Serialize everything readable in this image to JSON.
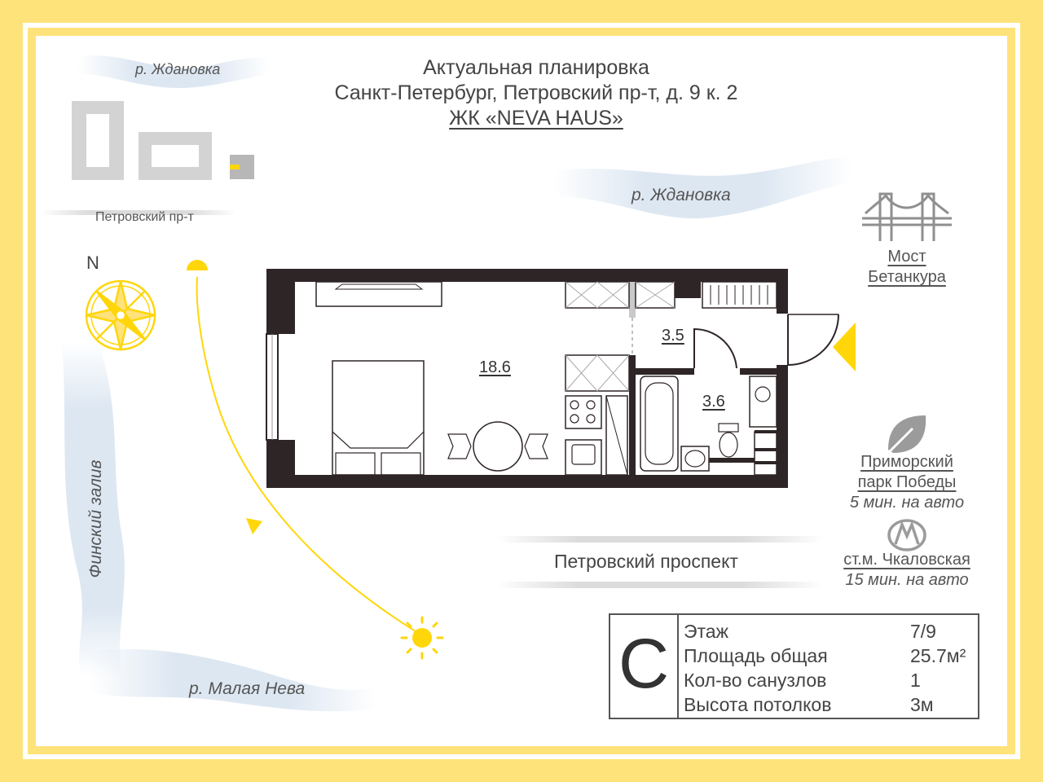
{
  "colors": {
    "frame": "#fee37b",
    "accent": "#ffd60a",
    "wall": "#2e2527",
    "river": "#dde7f2"
  },
  "header": {
    "line1": "Актуальная планировка",
    "line2": "Санкт-Петербург, Петровский пр-т, д. 9 к. 2",
    "line3": "ЖК «NEVA HAUS»"
  },
  "minimap": {
    "river": "р. Ждановка",
    "street": "Петровский пр-т"
  },
  "compass": {
    "north": "N"
  },
  "rivers": {
    "top": "р. Ждановка",
    "bottom": "р. Малая Нева",
    "left": "Финский залив"
  },
  "street": "Петровский проспект",
  "plan": {
    "areas": {
      "main_room": "18.6",
      "hall": "3.5",
      "bathroom": "3.6"
    }
  },
  "poi": {
    "bridge": {
      "icon": "bridge-icon",
      "line1": "Мост",
      "line2": "Бетанкура"
    },
    "park": {
      "icon": "leaf-icon",
      "line1": "Приморский",
      "line2": "парк Победы",
      "time": "5 мин. на авто"
    },
    "metro": {
      "icon": "metro-icon",
      "name": "ст.м. Чкаловская",
      "time": "15 мин. на авто"
    }
  },
  "info": {
    "letter": "С",
    "rows": [
      {
        "label": "Этаж",
        "value": "7/9"
      },
      {
        "label": "Площадь общая",
        "value": "25.7м²"
      },
      {
        "label": "Кол-во санузлов",
        "value": "1"
      },
      {
        "label": "Высота потолков",
        "value": "3м"
      }
    ]
  }
}
